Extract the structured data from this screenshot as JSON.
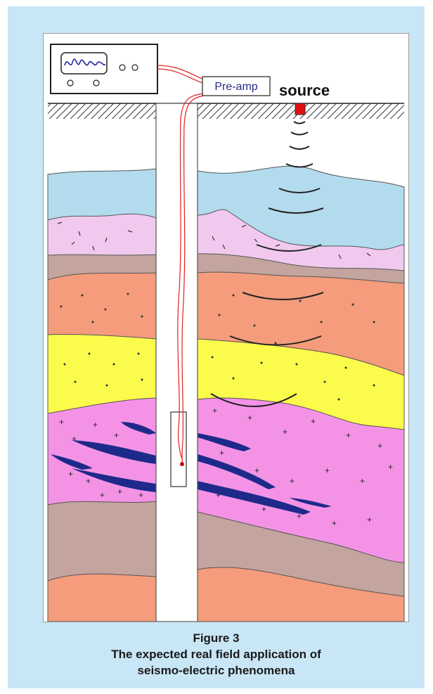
{
  "figure": {
    "labels": {
      "preamp": "Pre-amp",
      "source": "source"
    }
  },
  "caption": {
    "number": "Figure 3",
    "line1": "The expected real field application of",
    "line2": "seismo-electric  phenomena"
  },
  "colors": {
    "background": "#c9e6f6",
    "water_layer": "#b3dbee",
    "pink_layer": "#f1c9ee",
    "gray_layer": "#c4a49e",
    "salmon_layer": "#f49c7c",
    "yellow_layer": "#fbfb4c",
    "magenta_layer": "#f493e6",
    "fracture": "#1e2a8a",
    "cable": "#e02020",
    "source_marker": "#e01010"
  }
}
